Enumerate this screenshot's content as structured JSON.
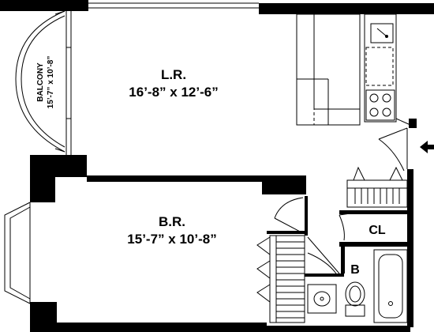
{
  "rooms": {
    "living_room": {
      "name": "L.R.",
      "size": "16’-8” x 12’-6”"
    },
    "bedroom": {
      "name": "B.R.",
      "size": "15’-7” x 10’-8”"
    },
    "balcony": {
      "name": "BALCONY",
      "size": "15’-7” x 10’-8”"
    },
    "closet": {
      "name": "CL"
    },
    "bath": {
      "name": "B"
    }
  },
  "icons": {
    "entry": "entry-arrow-icon"
  }
}
